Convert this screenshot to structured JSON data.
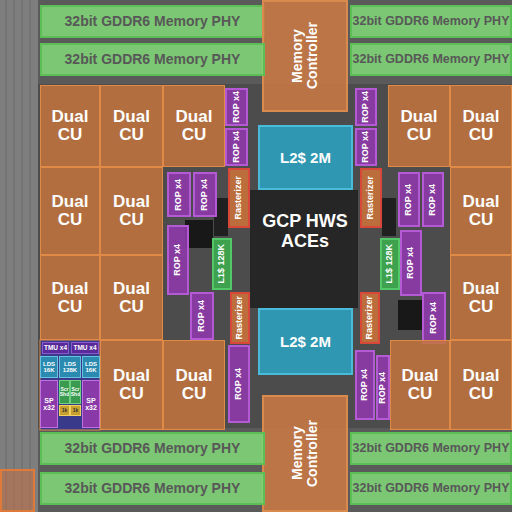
{
  "diagram": {
    "nodes": [
      {
        "text": [
          "32bit GDDR6 Memory PHY"
        ]
      },
      {
        "text": [
          "Memory Controller"
        ]
      },
      {
        "text": [
          "32bit GDDR6 Memory PHY"
        ]
      },
      {
        "text": [
          "32bit GDDR6 Memory PHY"
        ]
      },
      {
        "text": [
          "32bit GDDR6 Memory PHY"
        ]
      },
      {
        "text": [
          "Dual CU"
        ]
      },
      {
        "text": [
          "Dual CU"
        ]
      },
      {
        "text": [
          "Dual CU"
        ]
      },
      {
        "text": [
          "ROP x4"
        ]
      },
      {
        "text": [
          "ROP x4"
        ]
      },
      {
        "text": [
          "L2$ 2M"
        ]
      },
      {
        "text": [
          "ROP x4"
        ]
      },
      {
        "text": [
          "ROP x4"
        ]
      },
      {
        "text": [
          "Dual CU"
        ]
      },
      {
        "text": [
          "Dual CU"
        ]
      },
      {
        "text": [
          "Dual CU"
        ]
      },
      {
        "text": [
          "Dual CU"
        ]
      },
      {
        "text": [
          "ROP x4"
        ]
      },
      {
        "text": [
          "ROP x4"
        ]
      },
      {
        "text": [
          "Rasterizer"
        ]
      },
      {
        "text": [
          "Rasterizer"
        ]
      },
      {
        "text": [
          "ROP x4"
        ]
      },
      {
        "text": [
          "ROP x4"
        ]
      },
      {
        "text": [
          "Dual CU"
        ]
      },
      {
        "text": [
          "Dual CU"
        ]
      },
      {
        "text": [
          "Dual CU"
        ]
      },
      {
        "text": [
          "ROP x4"
        ]
      },
      {
        "text": [
          "L1$ 128K"
        ]
      },
      {
        "text": [
          "ROP x4"
        ]
      },
      {
        "text": [
          "Rasterizer"
        ]
      },
      {
        "text": [
          "L1$ 128K"
        ]
      },
      {
        "text": [
          "ROP x4"
        ]
      },
      {
        "text": [
          "Rasterizer"
        ]
      },
      {
        "text": [
          "ROP x4"
        ]
      },
      {
        "text": [
          "Dual CU"
        ]
      },
      {
        "text": [
          "L2$ 2M"
        ]
      },
      {
        "text": [
          "TMU x4"
        ]
      },
      {
        "text": [
          "TMU x4"
        ]
      },
      {
        "text": [
          "LDS 16K"
        ]
      },
      {
        "text": [
          "LDS 128K"
        ]
      },
      {
        "text": [
          "LDS 16K"
        ]
      },
      {
        "text": [
          "SP x32"
        ]
      },
      {
        "text": [
          "Scr Shd"
        ]
      },
      {
        "text": [
          "Scr Shd"
        ]
      },
      {
        "text": [
          "1k"
        ]
      },
      {
        "text": [
          "1k"
        ]
      },
      {
        "text": [
          "SP x32"
        ]
      },
      {
        "text": [
          "Dual CU"
        ]
      },
      {
        "text": [
          "Dual CU"
        ]
      },
      {
        "text": [
          "ROP x4"
        ]
      },
      {
        "text": [
          "ROP x4"
        ]
      },
      {
        "text": [
          "ROP x4"
        ]
      },
      {
        "text": [
          "Dual CU"
        ]
      },
      {
        "text": [
          "Dual CU"
        ]
      },
      {
        "text": [
          "Memory Controller"
        ]
      },
      {
        "text": [
          "32bit GDDR6 Memory PHY"
        ]
      },
      {
        "text": [
          "32bit GDDR6 Memory PHY"
        ]
      },
      {
        "text": [
          "32bit GDDR6 Memory PHY"
        ]
      },
      {
        "text": [
          "32bit GDDR6 Memory PHY"
        ]
      }
    ],
    "labels": [
      "GCP HWS ACEs"
    ]
  }
}
